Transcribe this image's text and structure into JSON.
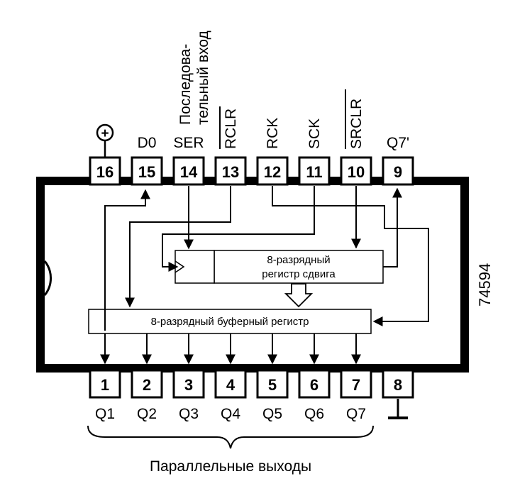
{
  "chip": {
    "part_number": "74594",
    "top_pins": [
      {
        "num": "16",
        "label": ""
      },
      {
        "num": "15",
        "label": "D0"
      },
      {
        "num": "14",
        "label": "SER"
      },
      {
        "num": "13",
        "label": "RCLR"
      },
      {
        "num": "12",
        "label": "RCK"
      },
      {
        "num": "11",
        "label": "SCK"
      },
      {
        "num": "10",
        "label": "SRCLR"
      },
      {
        "num": "9",
        "label": "Q7'"
      }
    ],
    "bottom_pins": [
      {
        "num": "1",
        "label": "Q1"
      },
      {
        "num": "2",
        "label": "Q2"
      },
      {
        "num": "3",
        "label": "Q3"
      },
      {
        "num": "4",
        "label": "Q4"
      },
      {
        "num": "5",
        "label": "Q5"
      },
      {
        "num": "6",
        "label": "Q6"
      },
      {
        "num": "7",
        "label": "Q7"
      },
      {
        "num": "8",
        "label": ""
      }
    ],
    "serial_input_note": [
      "Последова-",
      "тельный вход"
    ],
    "power_symbol": "+",
    "shift_register": [
      "8-разрядный",
      "регистр сдвига"
    ],
    "buffer_register": "8-разрядный буферный регистр",
    "parallel_outputs": "Параллельные выходы"
  }
}
